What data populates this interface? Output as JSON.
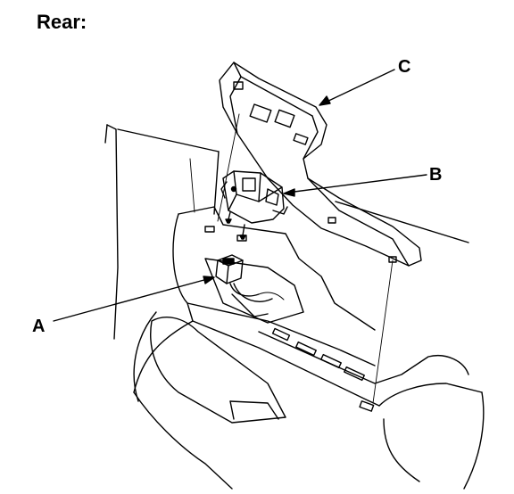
{
  "heading": "Rear:",
  "callouts": {
    "a": "A",
    "b": "B",
    "c": "C"
  }
}
